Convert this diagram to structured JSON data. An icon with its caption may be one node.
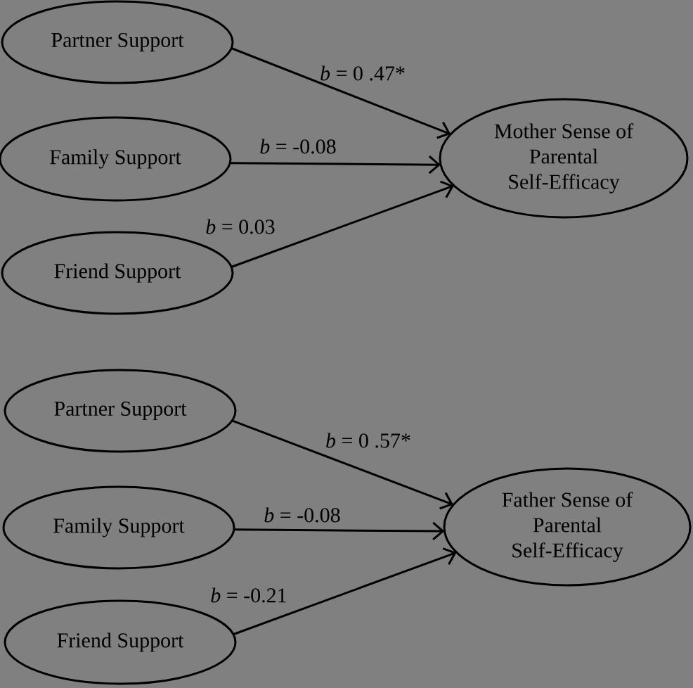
{
  "diagram": {
    "nodes": [
      {
        "text": [
          "Partner Support"
        ]
      },
      {
        "text": [
          "Family Support"
        ]
      },
      {
        "text": [
          "Friend Support"
        ]
      },
      {
        "text": [
          "Mother Sense of Parental Self-Efficacy"
        ]
      },
      {
        "text": [
          "Partner Support"
        ]
      },
      {
        "text": [
          "Family Support"
        ]
      },
      {
        "text": [
          "Friend Support"
        ]
      },
      {
        "text": [
          "Father Sense of Parental Self-Efficacy"
        ]
      }
    ],
    "edges": [
      {
        "from": 0,
        "to": 3,
        "arrow": "to",
        "label": "*b* = 0 .47*"
      },
      {
        "from": 1,
        "to": 3,
        "arrow": "to",
        "label": "*b* = -0.08"
      },
      {
        "from": 2,
        "to": 3,
        "arrow": "to",
        "label": "*b* = 0.03"
      },
      {
        "from": 4,
        "to": 7,
        "arrow": "to",
        "label": "*b* = 0 .57*"
      },
      {
        "from": 5,
        "to": 7,
        "arrow": "to",
        "label": "*b* = -0.08"
      },
      {
        "from": 6,
        "to": 7,
        "arrow": "to",
        "label": "*b* = -0.21"
      }
    ]
  }
}
